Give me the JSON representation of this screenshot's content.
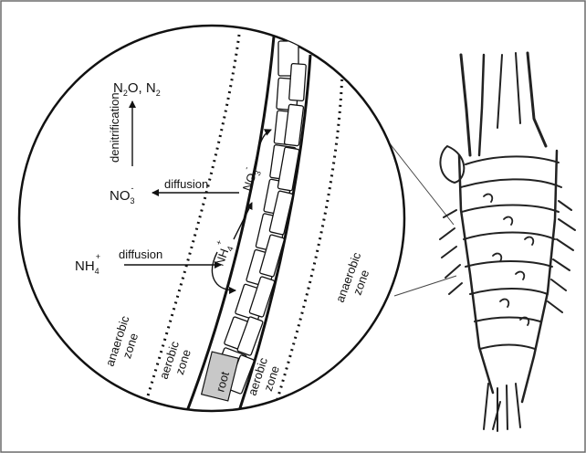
{
  "labels": {
    "n2o_n2": {
      "main": "N",
      "sub1": "2",
      "mid": "O, N",
      "sub2": "2"
    },
    "denitrification": "denitrification",
    "no3_left": {
      "main": "NO",
      "sub": "3",
      "sup": "-"
    },
    "diffusion_top": "diffusion",
    "nh4_left": {
      "main": "NH",
      "sub": "4",
      "sup": "+"
    },
    "diffusion_bottom": "diffusion",
    "no3_zone": {
      "main": "NO",
      "sub": "3",
      "sup": "-"
    },
    "nh4_zone": {
      "main": "NH",
      "sub": "4",
      "sup": "+"
    },
    "anaerobic_left": {
      "line1": "anaerobic",
      "line2": "zone"
    },
    "aerobic_left": {
      "line1": "aerobic",
      "line2": "zone"
    },
    "root": "root",
    "aerobic_right": {
      "line1": "aerobic",
      "line2": "zone"
    },
    "anaerobic_right": {
      "line1": "anaerobic",
      "line2": "zone"
    }
  },
  "colors": {
    "ink": "#111111",
    "root_fill": "#c8c8c8",
    "frame": "#6b6b6b"
  }
}
